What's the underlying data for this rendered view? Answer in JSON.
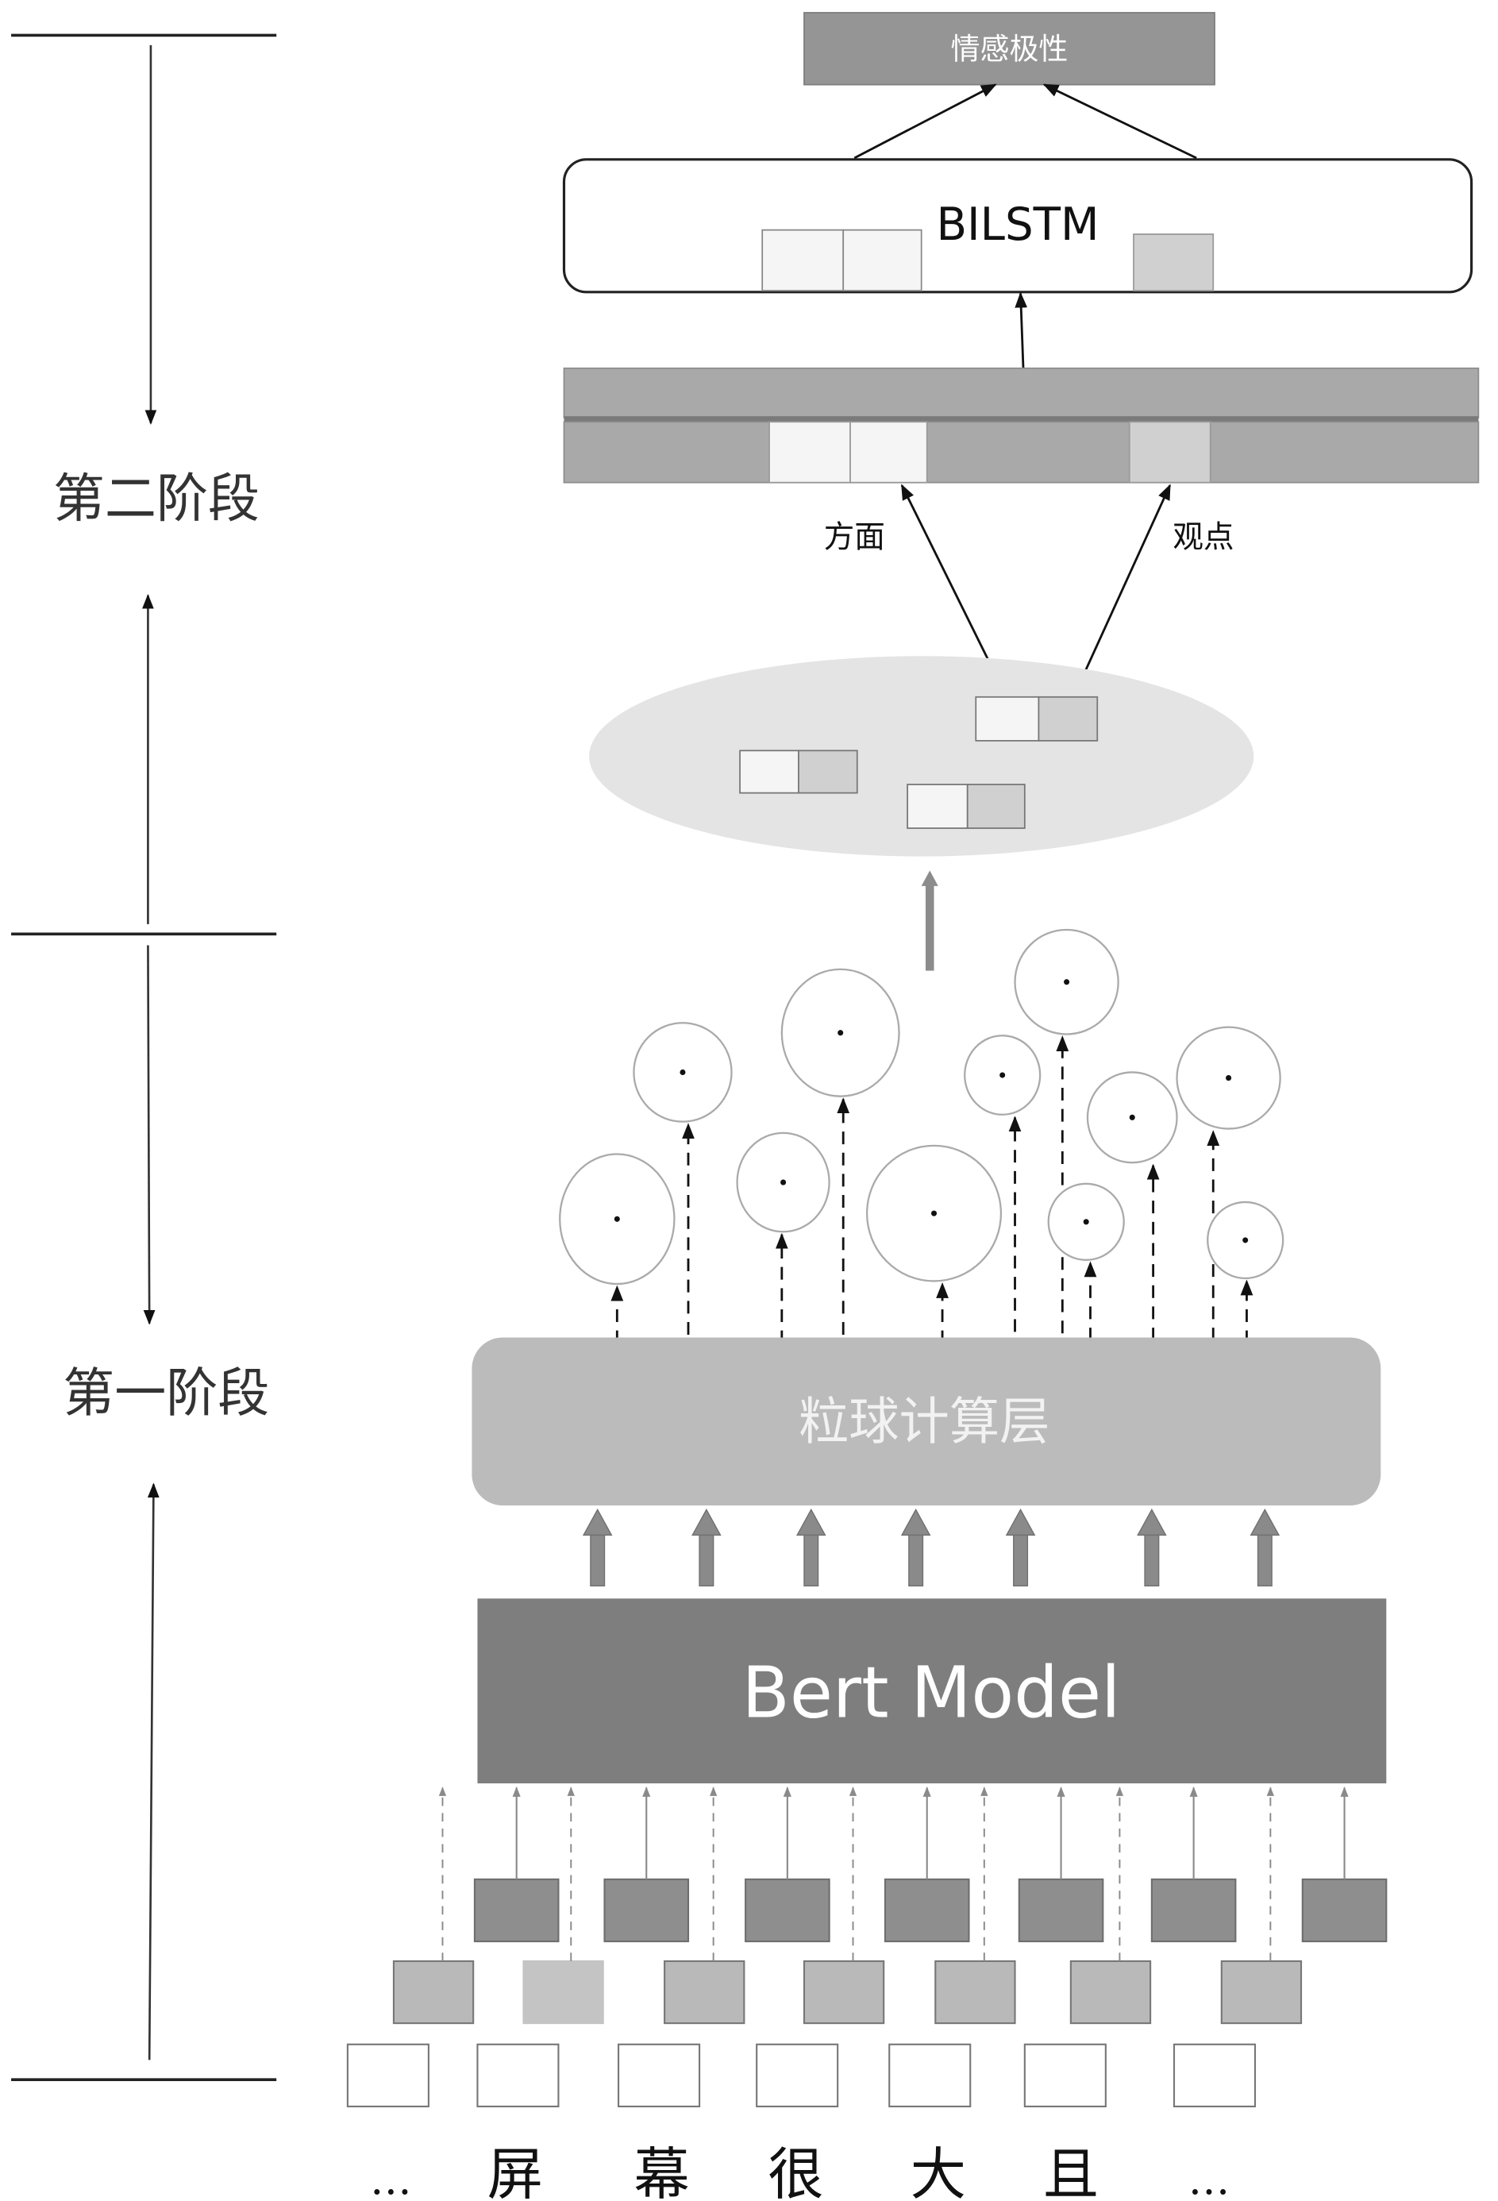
{
  "stages": {
    "stage2_label": "第二阶段",
    "stage1_label": "第一阶段"
  },
  "output": {
    "label": "情感极性"
  },
  "bilstm": {
    "label": "BILSTM"
  },
  "concat_arrows": {
    "aspect_label": "方面",
    "opinion_label": "观点"
  },
  "granular_layer": {
    "label": "粒球计算层"
  },
  "bert": {
    "label": "Bert Model"
  },
  "tokens": [
    "…",
    "屏",
    "幕",
    "很",
    "大",
    "且",
    "…"
  ],
  "colors": {
    "output_box": "#959595",
    "bar_fill": "#a9a9a9",
    "bar_divider": "#7a7a7a",
    "cell_light": "#f5f5f5",
    "cell_mid": "#d0d0d0",
    "ellipse": "#e4e4e4",
    "granular_layer": "#bbbbbb",
    "bert": "#7e7e7e",
    "embed_dark": "#8e8e8e",
    "embed_mid": "#b9b9b9",
    "embed_light": "#c4c4c4"
  }
}
